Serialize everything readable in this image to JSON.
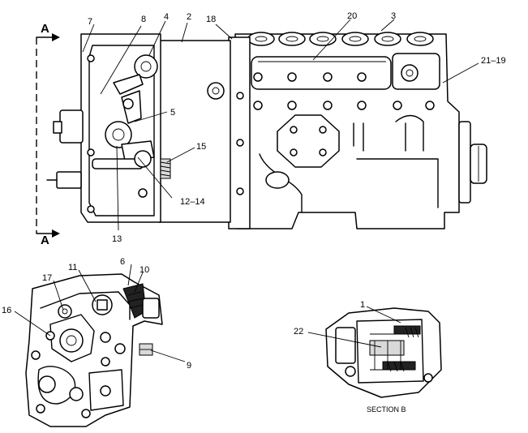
{
  "callouts": {
    "c1": "1",
    "c2": "2",
    "c3": "3",
    "c4": "4",
    "c5": "5",
    "c6": "6",
    "c7": "7",
    "c8": "8",
    "c9": "9",
    "c10": "10",
    "c11": "11",
    "c12_14": "12–14",
    "c13": "13",
    "c15": "15",
    "c16": "16",
    "c17": "17",
    "c18": "18",
    "c20": "20",
    "c21_19": "21–19",
    "c22": "22"
  },
  "section_marks": {
    "top": "A",
    "bottom": "A"
  },
  "captions": {
    "section_b": "SECTION  B"
  }
}
